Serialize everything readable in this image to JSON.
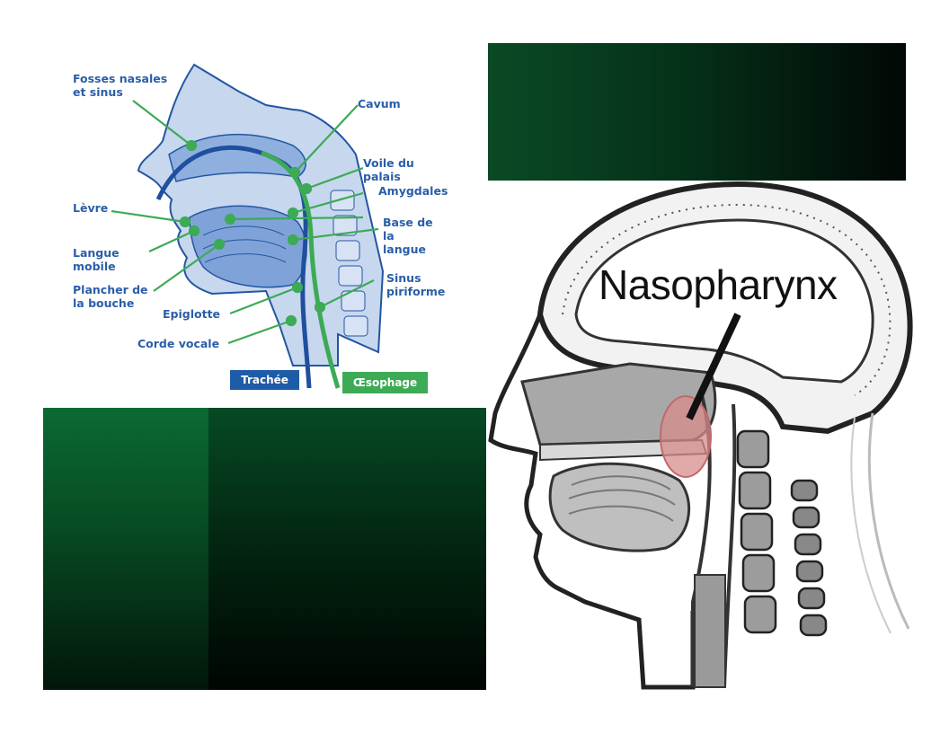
{
  "left_diagram": {
    "labels": {
      "fosses": "Fosses nasales\net sinus",
      "cavum": "Cavum",
      "voile": "Voile du palais",
      "amygdales": "Amygdales",
      "levre": "Lèvre",
      "base": "Base de la\nlangue",
      "langue_mobile": "Langue\nmobile",
      "sinus": "Sinus\npiriforme",
      "plancher": "Plancher de\nla bouche",
      "epiglotte": "Epiglotte",
      "corde": "Corde vocale"
    },
    "legend": {
      "trachee": "Trachée",
      "oesophage": "Œsophage"
    },
    "colors": {
      "trachee": "#1f5ca8",
      "oesophage": "#3daa56",
      "label": "#2a5ea8"
    }
  },
  "right_diagram": {
    "title": "Nasopharynx"
  },
  "colors": {
    "panel_green": "#0a4a25",
    "panel_dark": "#010805"
  }
}
